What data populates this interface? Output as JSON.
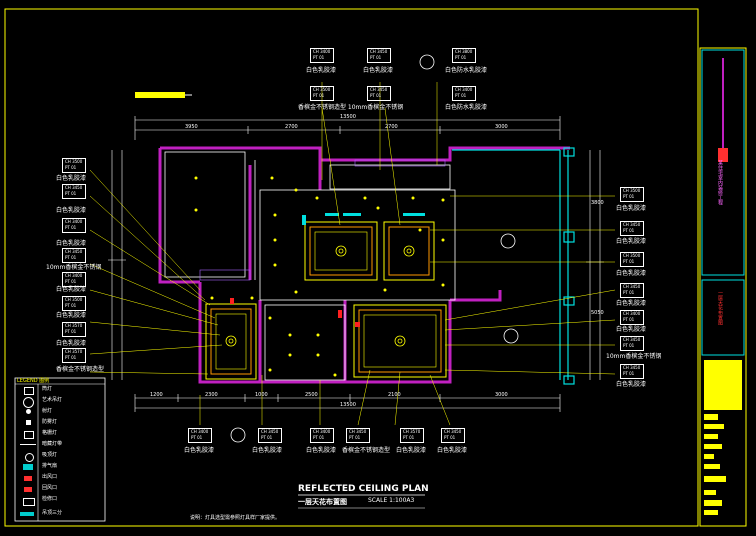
{
  "drawing": {
    "title_en": "REFLECTED CEILING PLAN",
    "title_cn": "一层天花布置图",
    "scale": "SCALE 1:100A3",
    "note": "说明：灯具选型需参照灯具样厂家提供。"
  },
  "dimensions": {
    "top_total": "13500",
    "top_segments": [
      "3950",
      "2700",
      "2700",
      "3000"
    ],
    "bottom_total": "13500",
    "bottom_segments": [
      "1200",
      "2300",
      "1000",
      "2500",
      "2100",
      "3000"
    ],
    "right_segments": [
      "3800",
      "5050"
    ]
  },
  "callouts_top": [
    {
      "code": "CH 3400",
      "pt": "PT 01",
      "label": "白色乳胶漆"
    },
    {
      "code": "CH 3450",
      "pt": "PT 01",
      "label": "白色乳胶漆"
    },
    {
      "code": "CH 3800",
      "pt": "PT 01",
      "label": "白色防水乳胶漆"
    },
    {
      "code": "CH 3500",
      "pt": "PT 01",
      "label": "香槟金不锈钢造型  10mm香槟金不锈钢"
    },
    {
      "code": "CH 3450",
      "pt": "PT 01",
      "label": "白色乳胶漆"
    },
    {
      "code": "CH 3400",
      "pt": "PT 01",
      "label": "白色防水乳胶漆"
    }
  ],
  "callouts_left": [
    {
      "code": "CH 3500",
      "pt": "PT 01",
      "label": "白色乳胶漆"
    },
    {
      "code": "CH 3450",
      "pt": "PT 01",
      "label": "白色乳胶漆"
    },
    {
      "code": "CH 3400",
      "pt": "PT 01",
      "label": "白色乳胶漆"
    },
    {
      "code": "CH 3450",
      "pt": "PT 01",
      "label": "10mm香槟金不锈钢"
    },
    {
      "code": "CH 3400",
      "pt": "PT 01",
      "label": "白色乳胶漆"
    },
    {
      "code": "CH 3500",
      "pt": "PT 01",
      "label": "白色乳胶漆"
    },
    {
      "code": "CH 3570",
      "pt": "PT 01",
      "label": "白色乳胶漆"
    },
    {
      "code": "CH 3570",
      "pt": "PT 01",
      "label": "香槟金不锈钢造型"
    }
  ],
  "callouts_right": [
    {
      "code": "CH 3500",
      "pt": "PT 01",
      "label": "白色乳胶漆"
    },
    {
      "code": "CH 3450",
      "pt": "PT 01",
      "label": "白色乳胶漆"
    },
    {
      "code": "CH 3500",
      "pt": "PT 01",
      "label": "白色乳胶漆"
    },
    {
      "code": "CH 3450",
      "pt": "PT 01",
      "label": "白色乳胶漆"
    },
    {
      "code": "CH 3400",
      "pt": "PT 01",
      "label": "白色乳胶漆"
    },
    {
      "code": "CH 3450",
      "pt": "PT 01",
      "label": "10mm香槟金不锈钢"
    },
    {
      "code": "CH 3450",
      "pt": "PT 01",
      "label": "白色乳胶漆"
    }
  ],
  "callouts_bottom": [
    {
      "code": "CH 3400",
      "pt": "PT 01",
      "label": "白色乳胶漆"
    },
    {
      "code": "CH 3450",
      "pt": "PT 01",
      "label": "白色乳胶漆"
    },
    {
      "code": "CH 3400",
      "pt": "PT 01",
      "label": "白色乳胶漆"
    },
    {
      "code": "CH 3450",
      "pt": "PT 01",
      "label": "香槟金不锈钢造型"
    },
    {
      "code": "CH 3570",
      "pt": "PT 01",
      "label": "白色乳胶漆"
    },
    {
      "code": "CH 3450",
      "pt": "PT 01",
      "label": "白色乳胶漆"
    }
  ],
  "legend": {
    "title": "LEGEND 图例",
    "items": [
      "筒灯",
      "艺术吊灯",
      "射灯",
      "防雾灯",
      "格栅灯",
      "暗藏灯带",
      "吸顶灯",
      "排气扇",
      "出风口",
      "回风口",
      "检修口",
      "吊顶三分"
    ]
  },
  "title_block": {
    "project": "某住宅室内装修工程",
    "sheet": "一层天花布置图"
  },
  "colors": {
    "wall": "#c020c0",
    "frame": "#ffff00",
    "line": "#ffffff",
    "cyan": "#00e0e0",
    "orange": "#ff9900",
    "red": "#ff2020",
    "bg": "#000000"
  }
}
